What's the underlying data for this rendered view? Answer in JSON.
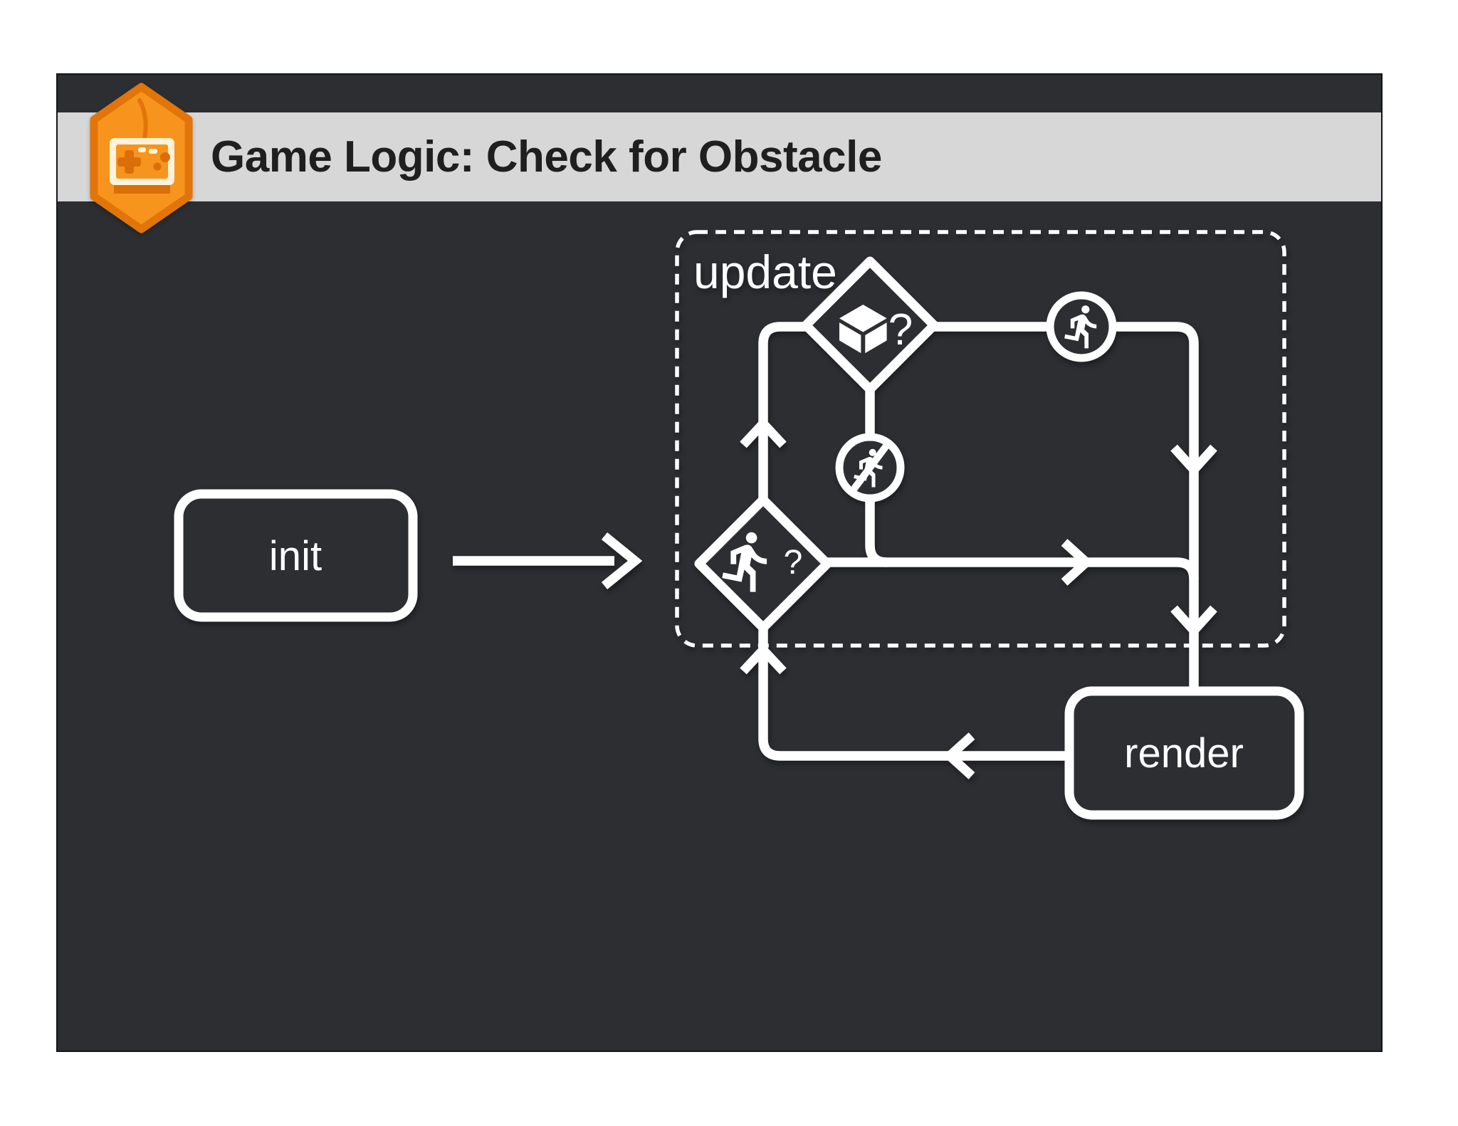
{
  "header": {
    "title": "Game Logic: Check for Obstacle"
  },
  "badge": {
    "icon": "game-controller-hexagon-badge"
  },
  "diagram": {
    "init_label": "init",
    "update_label": "update",
    "render_label": "render",
    "obstacle_question_mark": "?",
    "player_question_mark": "?",
    "icons": {
      "obstacle_check": "cube-box-icon",
      "player_check": "running-person-icon",
      "keep_running": "running-person-circle-icon",
      "stop_running": "no-running-person-circle-icon"
    }
  },
  "colors": {
    "page_background": "#ffffff",
    "slide_background": "#2c2e32",
    "header_bar": "#d7d7d7",
    "title_text": "#1f1f1f",
    "diagram_lines": "#ffffff",
    "badge_fill": "#f7941e",
    "badge_border": "#e2750a",
    "badge_face": "#fcf3da",
    "badge_accent": "#d96f06"
  }
}
